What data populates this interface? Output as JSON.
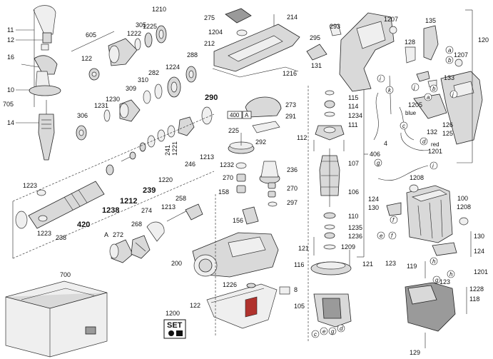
{
  "labels": {
    "l11": "11",
    "l12": "12",
    "l16": "16",
    "l10": "10",
    "l705": "705",
    "l14": "14",
    "l305": "305",
    "l605": "605",
    "l122": "122",
    "l1222": "1222",
    "l1225": "1225",
    "l1210": "1210",
    "l288": "288",
    "l282": "282",
    "l1224": "1224",
    "l310": "310",
    "l309": "309",
    "l1230": "1230",
    "l1231": "1231",
    "l306": "306",
    "l290": "290",
    "l1221": "1221",
    "l241": "241",
    "l246": "246",
    "l1213a": "1213",
    "l1220": "1220",
    "l239": "239",
    "l1212": "1212",
    "l1238": "1238",
    "l1223a": "1223",
    "l1223b": "1223",
    "l420": "420",
    "l238": "238",
    "l258": "258",
    "l1213b": "1213",
    "l274": "274",
    "l272": "272",
    "l268": "268",
    "lA1": "A",
    "l700": "700",
    "l1200": "1200",
    "l275": "275",
    "l214": "214",
    "l1204": "1204",
    "l212": "212",
    "l1216": "1216",
    "l273": "273",
    "l291": "291",
    "l400": "400",
    "lA2": "A",
    "l225": "225",
    "l292": "292",
    "l1232": "1232",
    "l270a": "270",
    "l236": "236",
    "l270b": "270",
    "l158": "158",
    "l297": "297",
    "l156": "156",
    "l200": "200",
    "l1226": "1226",
    "l122b": "122",
    "l8": "8",
    "l295": "295",
    "l293": "293",
    "l131": "131",
    "l1207a": "1207",
    "l135": "135",
    "l128": "128",
    "l1207b": "1207",
    "l120": "120",
    "l133": "133",
    "l115": "115",
    "l114": "114",
    "l1234": "1234",
    "l111": "111",
    "l112": "112",
    "l406": "406",
    "l107": "107",
    "l106": "106",
    "l110": "110",
    "l1235": "1235",
    "l1236": "1236",
    "l1209": "1209",
    "l121a": "121",
    "l121b": "121",
    "l116": "116",
    "l105": "105",
    "l1205": "1205",
    "l4": "4",
    "l132": "132",
    "l126": "126",
    "l125": "125",
    "l1201a": "1201",
    "l1208a": "1208",
    "l100": "100",
    "l1208b": "1208",
    "l124a": "124",
    "l130a": "130",
    "l130b": "130",
    "l124b": "124",
    "l123a": "123",
    "l119": "119",
    "l1201b": "1201",
    "l123b": "123",
    "l1228": "1228",
    "l118": "118",
    "l129": "129",
    "blue": "blue",
    "red": "red",
    "set_text": "SET"
  },
  "connector_letters": {
    "a": "a",
    "b": "b",
    "c": "c",
    "d": "d",
    "e": "e",
    "f": "f",
    "g": "g",
    "h": "h",
    "i": "i",
    "j": "j",
    "k": "k"
  }
}
